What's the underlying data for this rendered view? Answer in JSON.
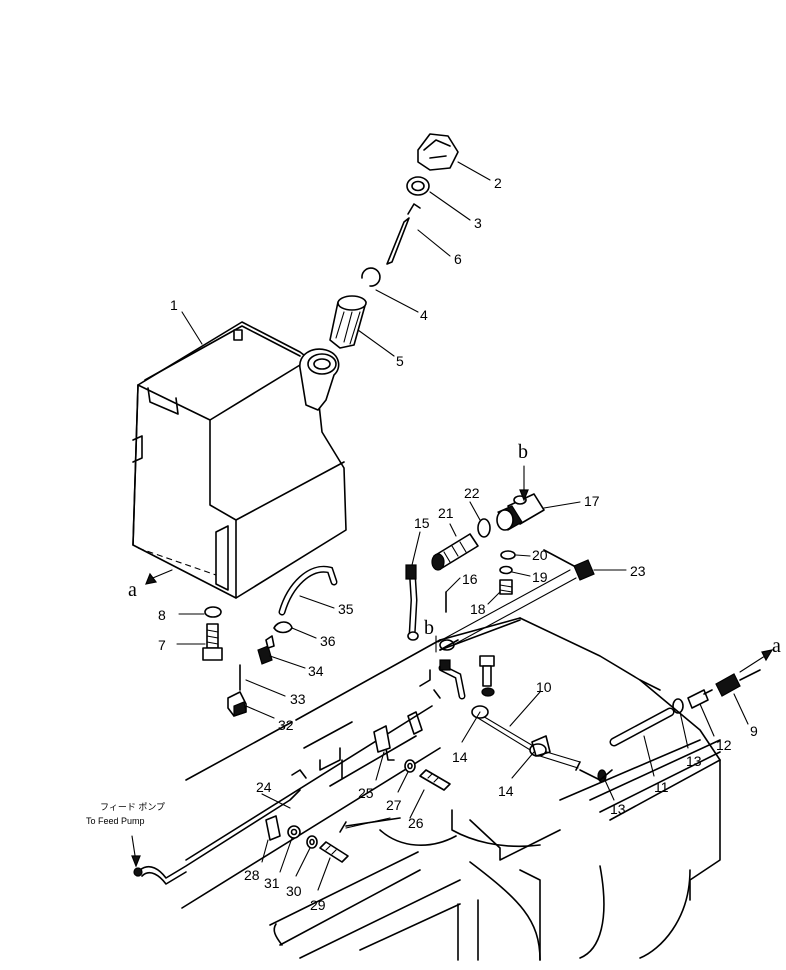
{
  "callouts": [
    {
      "id": "1",
      "label": "1"
    },
    {
      "id": "2",
      "label": "2"
    },
    {
      "id": "3",
      "label": "3"
    },
    {
      "id": "4",
      "label": "4"
    },
    {
      "id": "5",
      "label": "5"
    },
    {
      "id": "6",
      "label": "6"
    },
    {
      "id": "7",
      "label": "7"
    },
    {
      "id": "8",
      "label": "8"
    },
    {
      "id": "9",
      "label": "9"
    },
    {
      "id": "10",
      "label": "10"
    },
    {
      "id": "11",
      "label": "11"
    },
    {
      "id": "12",
      "label": "12"
    },
    {
      "id": "13a",
      "label": "13"
    },
    {
      "id": "13b",
      "label": "13"
    },
    {
      "id": "14a",
      "label": "14"
    },
    {
      "id": "14b",
      "label": "14"
    },
    {
      "id": "15",
      "label": "15"
    },
    {
      "id": "16",
      "label": "16"
    },
    {
      "id": "17",
      "label": "17"
    },
    {
      "id": "18",
      "label": "18"
    },
    {
      "id": "19",
      "label": "19"
    },
    {
      "id": "20",
      "label": "20"
    },
    {
      "id": "21",
      "label": "21"
    },
    {
      "id": "22",
      "label": "22"
    },
    {
      "id": "23",
      "label": "23"
    },
    {
      "id": "24",
      "label": "24"
    },
    {
      "id": "25",
      "label": "25"
    },
    {
      "id": "26",
      "label": "26"
    },
    {
      "id": "27",
      "label": "27"
    },
    {
      "id": "28",
      "label": "28"
    },
    {
      "id": "29",
      "label": "29"
    },
    {
      "id": "30",
      "label": "30"
    },
    {
      "id": "31",
      "label": "31"
    },
    {
      "id": "32",
      "label": "32"
    },
    {
      "id": "33",
      "label": "33"
    },
    {
      "id": "34",
      "label": "34"
    },
    {
      "id": "35",
      "label": "35"
    },
    {
      "id": "36",
      "label": "36"
    }
  ],
  "connection_marks": {
    "a_left": "a",
    "a_right": "a",
    "b_top": "b",
    "b_mid": "b"
  },
  "feed_pump_note": {
    "japanese": "フィード ポンプ",
    "english": "To Feed Pump"
  }
}
